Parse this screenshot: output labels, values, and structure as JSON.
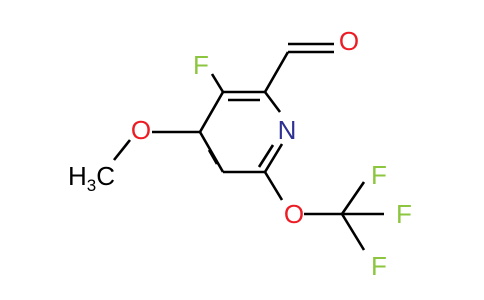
{
  "colors": {
    "bond": "#000000",
    "fluorine": "#8cc63f",
    "oxygen": "#ed1c24",
    "nitrogen": "#2e3192",
    "carbon": "#000000"
  },
  "atoms": {
    "f_ring": "F",
    "o_aldehyde": "O",
    "n_ring": "N",
    "o_methoxy": "O",
    "h3c_h": "H",
    "h3c_sub": "3",
    "h3c_c": "C",
    "o_ocf3": "O",
    "f_1": "F",
    "f_2": "F",
    "f_3": "F"
  }
}
